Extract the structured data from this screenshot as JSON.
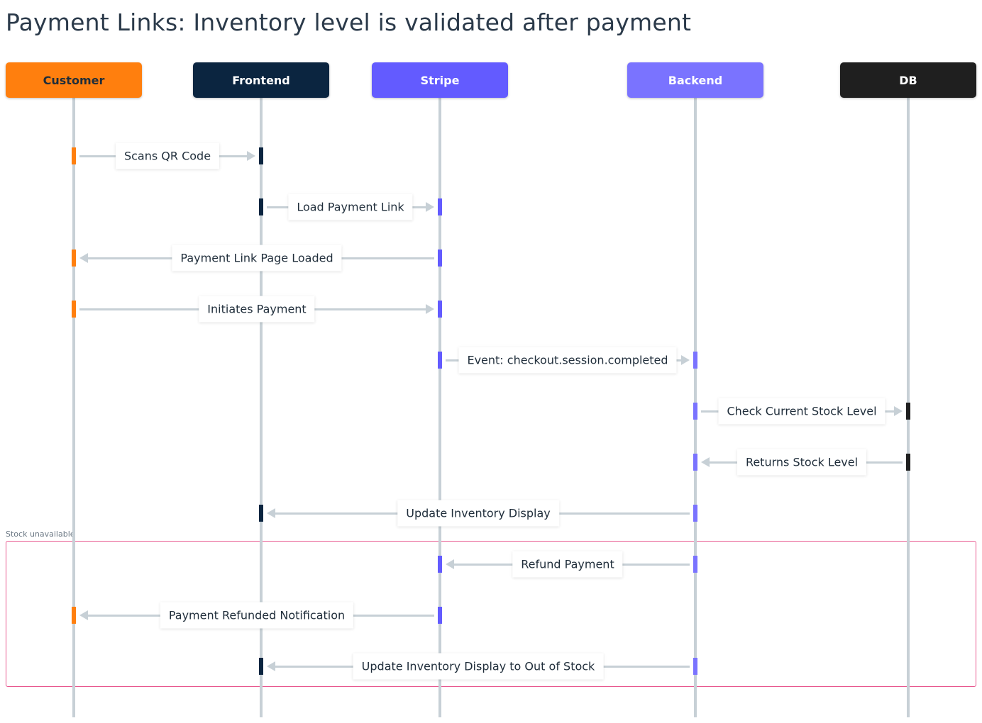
{
  "title": "Payment Links: Inventory level is validated after payment",
  "participants": [
    {
      "id": "customer",
      "label": "Customer",
      "color": "#ff7f0e",
      "text_color": "#1f2d3a"
    },
    {
      "id": "frontend",
      "label": "Frontend",
      "color": "#0b2540",
      "text_color": "#ffffff"
    },
    {
      "id": "stripe",
      "label": "Stripe",
      "color": "#635bff",
      "text_color": "#ffffff"
    },
    {
      "id": "backend",
      "label": "Backend",
      "color": "#7a73ff",
      "text_color": "#ffffff"
    },
    {
      "id": "db",
      "label": "DB",
      "color": "#1f1f1f",
      "text_color": "#ffffff"
    }
  ],
  "messages": [
    {
      "from": "customer",
      "to": "frontend",
      "label": "Scans QR Code"
    },
    {
      "from": "frontend",
      "to": "stripe",
      "label": "Load Payment Link"
    },
    {
      "from": "stripe",
      "to": "customer",
      "label": "Payment Link Page Loaded"
    },
    {
      "from": "customer",
      "to": "stripe",
      "label": "Initiates Payment"
    },
    {
      "from": "stripe",
      "to": "backend",
      "label": "Event: checkout.session.completed"
    },
    {
      "from": "backend",
      "to": "db",
      "label": "Check Current Stock Level"
    },
    {
      "from": "db",
      "to": "backend",
      "label": "Returns Stock Level"
    },
    {
      "from": "backend",
      "to": "frontend",
      "label": "Update Inventory Display"
    },
    {
      "from": "backend",
      "to": "stripe",
      "label": "Refund Payment"
    },
    {
      "from": "stripe",
      "to": "customer",
      "label": "Payment Refunded Notification"
    },
    {
      "from": "backend",
      "to": "frontend",
      "label": "Update Inventory Display to Out of Stock"
    }
  ],
  "group": {
    "label": "Stock unavailable",
    "border_color": "#e8588f"
  }
}
